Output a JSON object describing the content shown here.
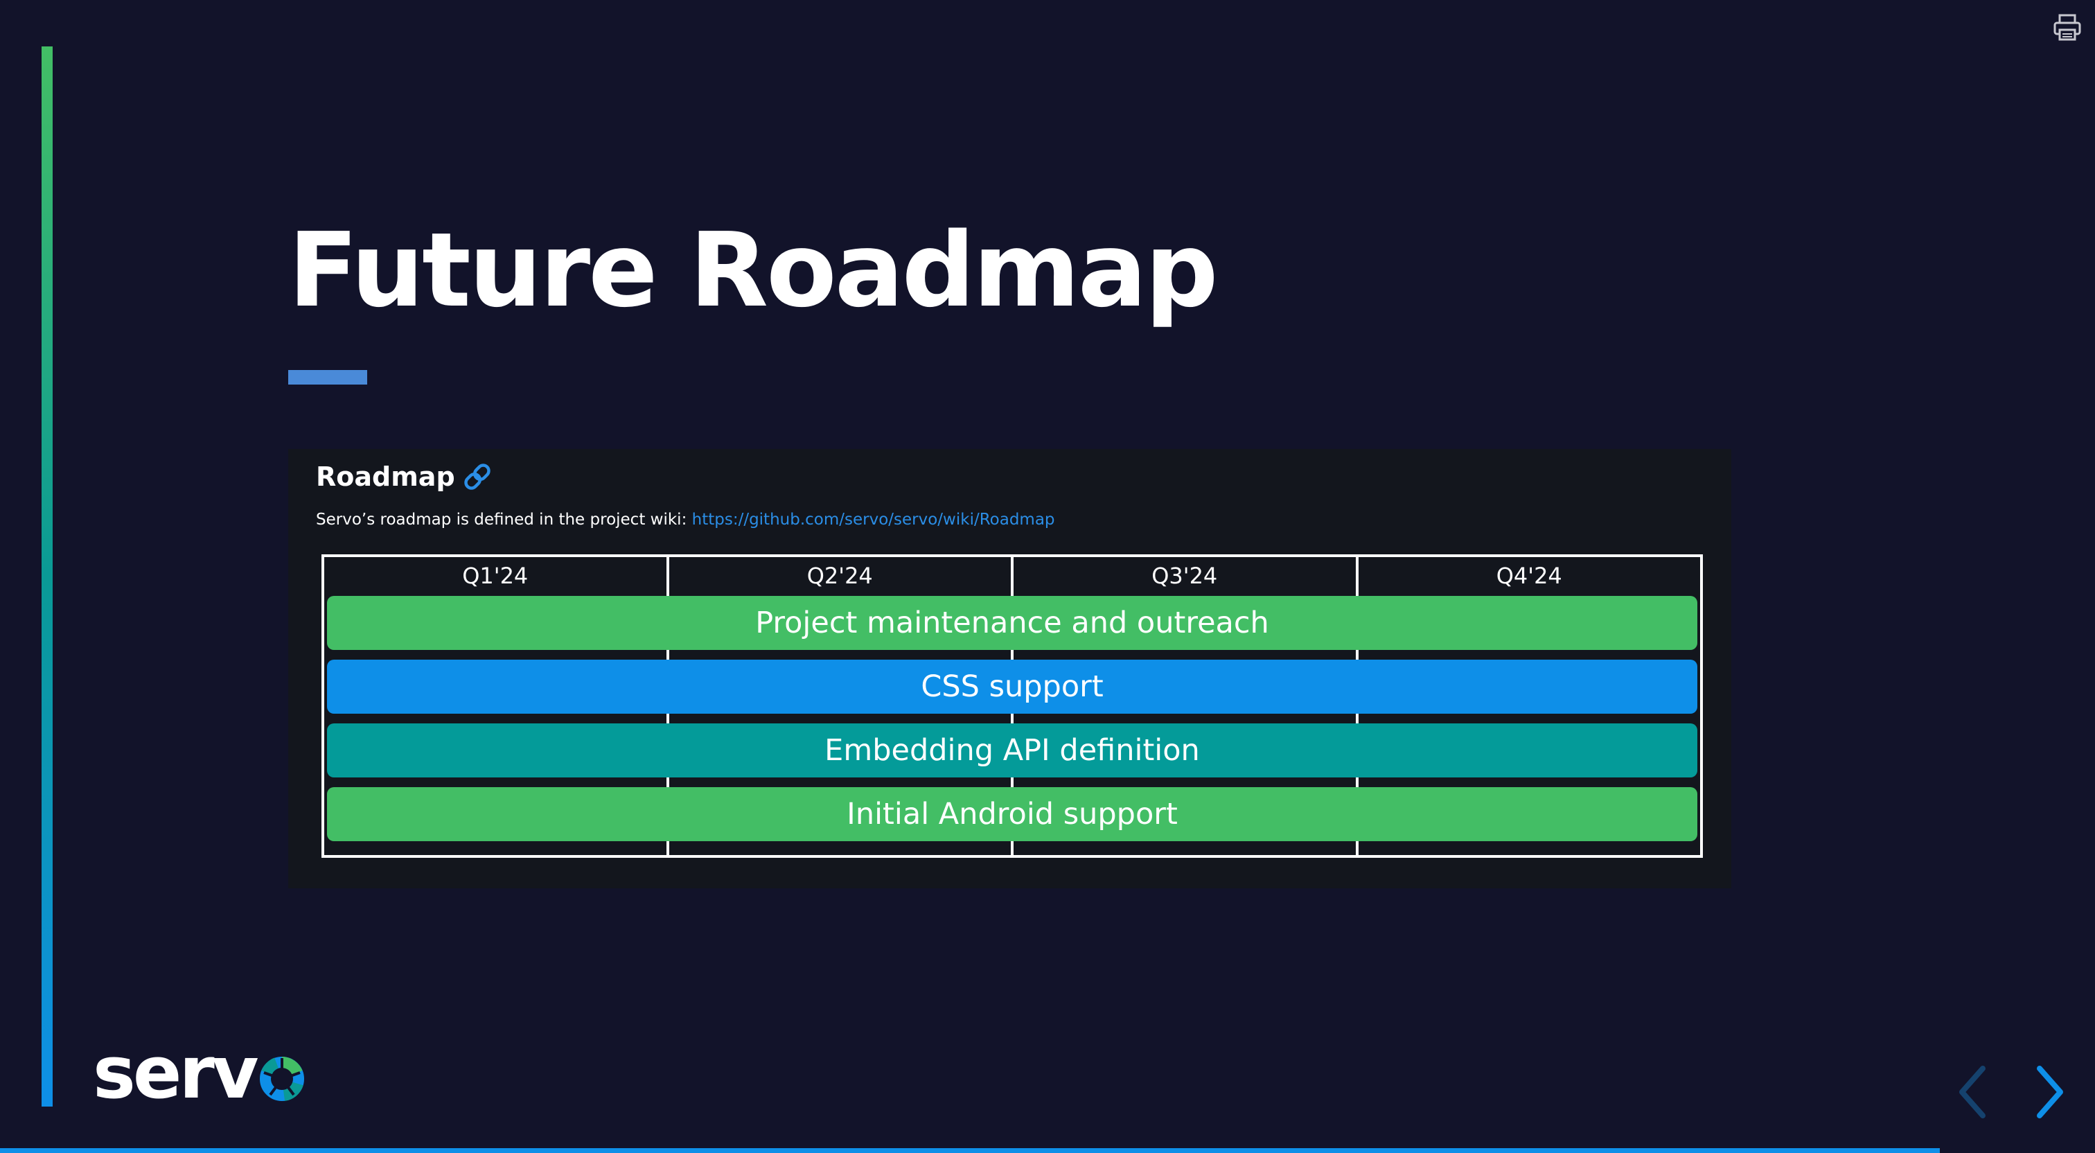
{
  "slide": {
    "title": "Future Roadmap",
    "accent_gradient": [
      "#43be65",
      "#0a9a96",
      "#0e8fe8"
    ],
    "background_color": "#12132a",
    "rule_color": "#4a8ad8"
  },
  "toolbar": {
    "print_icon": "printer-icon"
  },
  "panel": {
    "heading": "Roadmap",
    "heading_icon": "link-icon",
    "description_prefix": "Servo’s roadmap is defined in the project wiki: ",
    "link_text": "https://github.com/servo/servo/wiki/Roadmap"
  },
  "timeline": {
    "quarters": [
      "Q1'24",
      "Q2'24",
      "Q3'24",
      "Q4'24"
    ],
    "items": [
      {
        "label": "Project maintenance and outreach",
        "color": "#43be65"
      },
      {
        "label": "CSS support",
        "color": "#0e8fe8"
      },
      {
        "label": "Embedding API definition",
        "color": "#049b99"
      },
      {
        "label": "Initial Android support",
        "color": "#43be65"
      }
    ]
  },
  "logo": {
    "text": "serv"
  },
  "navigation": {
    "prev_icon": "chevron-left-icon",
    "next_icon": "chevron-right-icon",
    "progress": 0.926
  }
}
